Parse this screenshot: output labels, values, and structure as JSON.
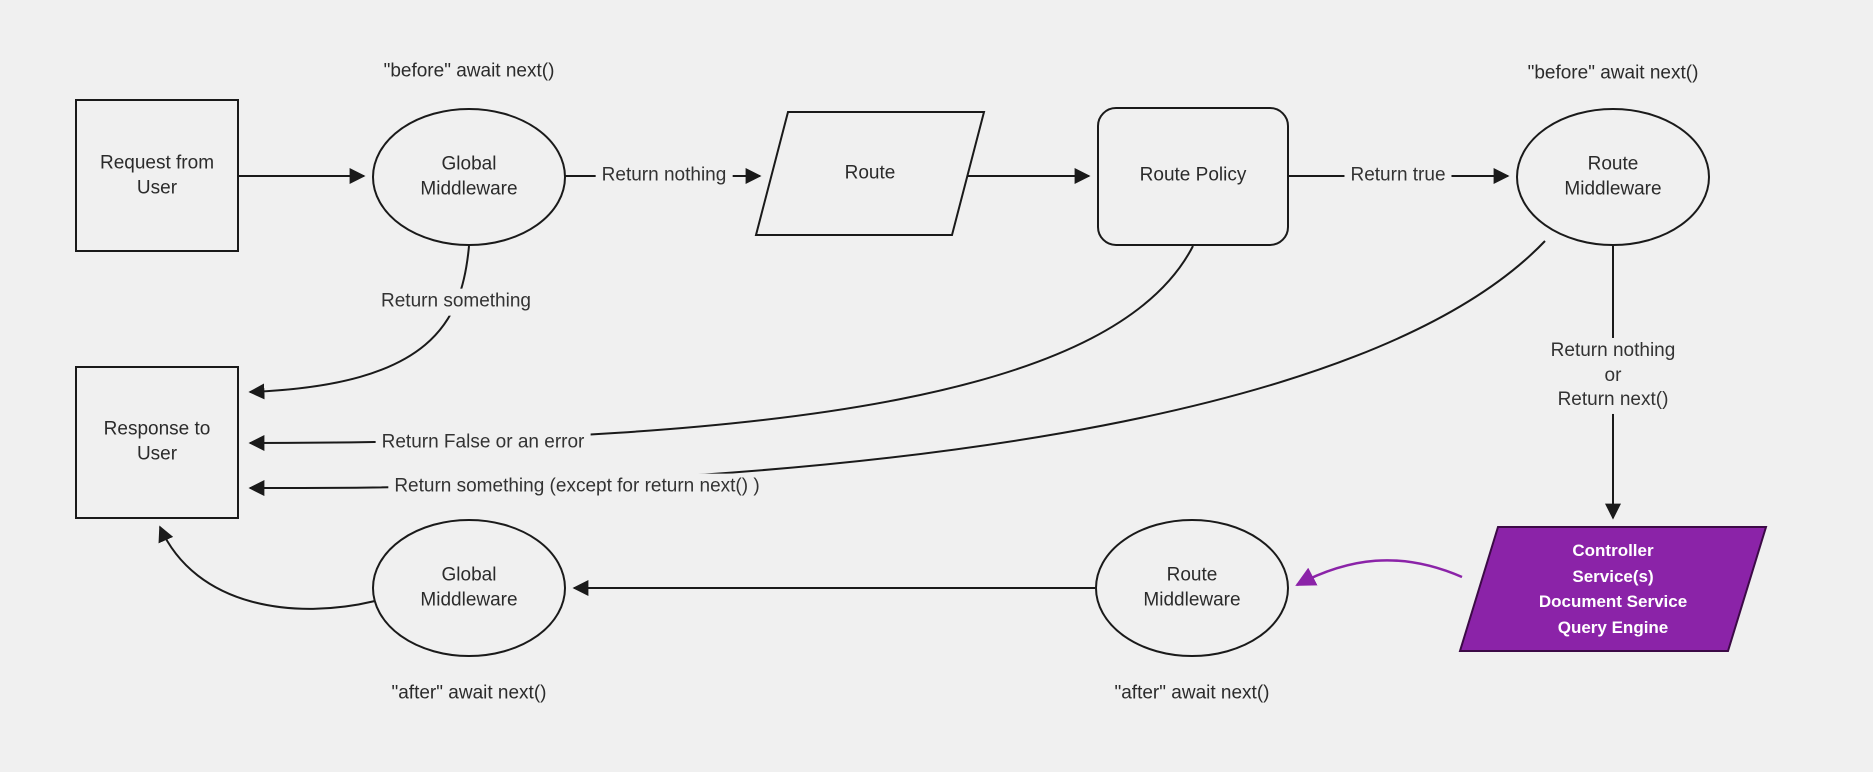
{
  "diagram": {
    "title": "middleware-request-lifecycle-flowchart",
    "colors": {
      "background": "#f0f0f0",
      "line": "#1a1a1a",
      "purple": "#8b23a8"
    },
    "nodes": {
      "request": {
        "label": "Request from\nUser"
      },
      "global_middleware_top": {
        "label": "Global\nMiddleware"
      },
      "route": {
        "label": "Route"
      },
      "route_policy": {
        "label": "Route Policy"
      },
      "route_middleware_top": {
        "label": "Route\nMiddleware"
      },
      "response": {
        "label": "Response to\nUser"
      },
      "controller": {
        "label": "Controller\nService(s)\nDocument Service\nQuery Engine"
      },
      "route_middleware_bottom": {
        "label": "Route\nMiddleware"
      },
      "global_middleware_bottom": {
        "label": "Global\nMiddleware"
      }
    },
    "annotations": {
      "before_await_left": "\"before\" await next()",
      "before_await_right": "\"before\" await next()",
      "after_await_left": "\"after\" await next()",
      "after_await_right": "\"after\" await next()"
    },
    "edge_labels": {
      "return_nothing": "Return nothing",
      "return_true": "Return true",
      "return_something": "Return something",
      "return_false": "Return False or an error",
      "return_something_except": "Return something (except for return next() )",
      "return_nothing_or_next": "Return nothing\nor\nReturn next()"
    }
  }
}
